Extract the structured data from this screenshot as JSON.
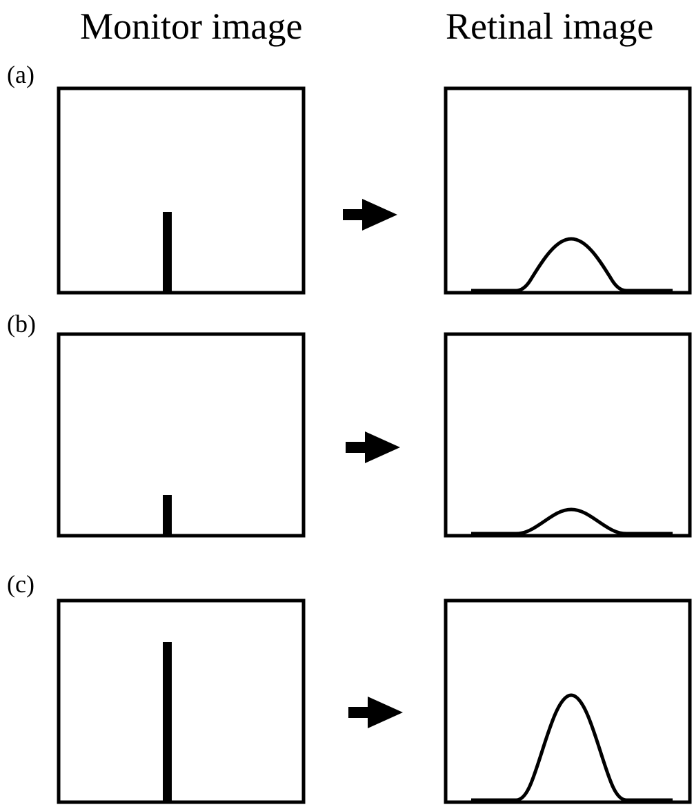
{
  "headings": {
    "monitor": "Monitor image",
    "retinal": "Retinal image"
  },
  "rows": [
    {
      "label": "(a)",
      "monitor_bar_level": 0.39,
      "retinal_peak_level": 0.26
    },
    {
      "label": "(b)",
      "monitor_bar_level": 0.2,
      "retinal_peak_level": 0.13
    },
    {
      "label": "(c)",
      "monitor_bar_level": 0.79,
      "retinal_peak_level": 0.54
    }
  ],
  "colors": {
    "stroke": "#000000",
    "background": "#ffffff"
  }
}
